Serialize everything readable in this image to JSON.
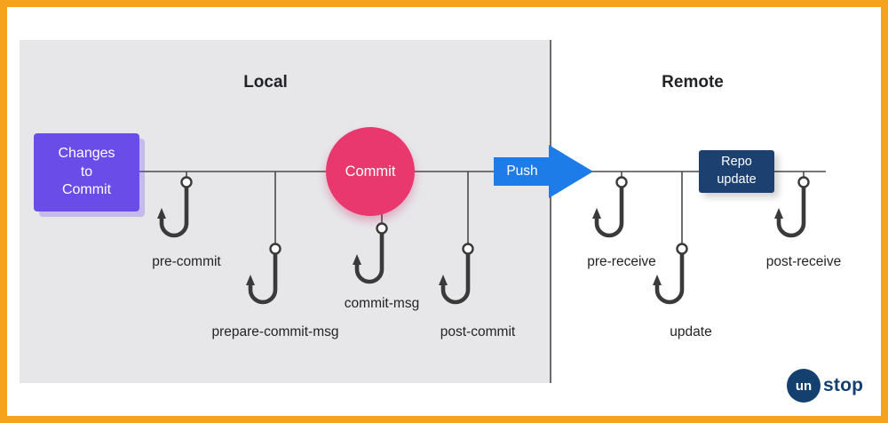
{
  "sections": {
    "local": "Local",
    "remote": "Remote"
  },
  "nodes": {
    "changes": "Changes\nto\nCommit",
    "commit": "Commit",
    "push": "Push",
    "repo_update": "Repo\nupdate"
  },
  "hooks": [
    {
      "label": "pre-commit"
    },
    {
      "label": "prepare-commit-msg"
    },
    {
      "label": "commit-msg"
    },
    {
      "label": "post-commit"
    },
    {
      "label": "pre-receive"
    },
    {
      "label": "update"
    },
    {
      "label": "post-receive"
    }
  ],
  "colors": {
    "frame": "#F5A31D",
    "local_bg": "#E7E7EA",
    "changes_bg": "#6A4DE8",
    "commit_bg": "#E8386D",
    "push_bg": "#1E7CE8",
    "repo_bg": "#1C4070",
    "line": "#4A4A4A",
    "text": "#232323",
    "logo_navy": "#14406F"
  },
  "logo": {
    "circle_text": "un",
    "text": "stop"
  }
}
